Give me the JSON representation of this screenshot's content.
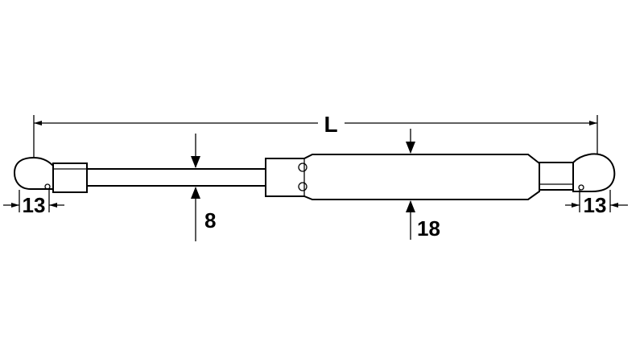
{
  "dimensions": {
    "overall_length_label": "L",
    "rod_diameter_label": "8",
    "cylinder_diameter_label": "18",
    "left_end_fitting_label": "13",
    "right_end_fitting_label": "13"
  },
  "colors": {
    "line": "#000000",
    "background": "#ffffff"
  }
}
